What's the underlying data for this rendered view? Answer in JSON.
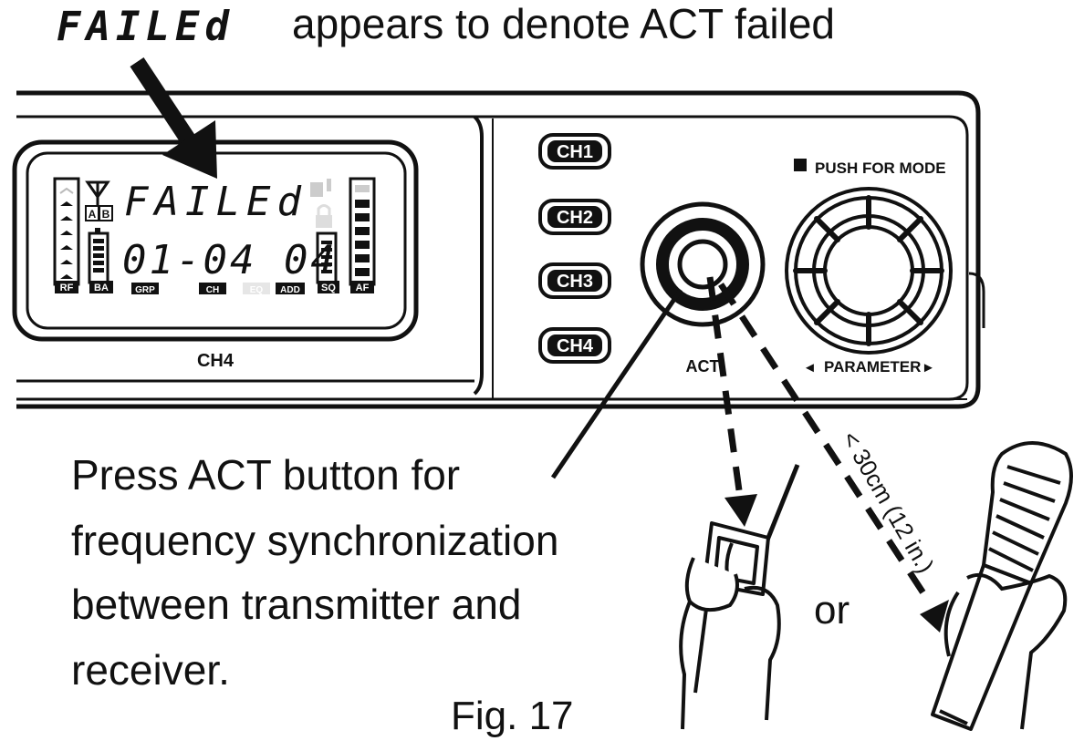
{
  "header": {
    "lcd_word": "FAILEd",
    "text": "appears to denote ACT failed"
  },
  "display": {
    "main_text": "FAILEd",
    "freq_text": "01-04 04",
    "ab_a": "A",
    "ab_b": "B",
    "labels": {
      "rf": "RF",
      "ba": "BA",
      "grp": "GRP",
      "ch": "CH",
      "eq": "EQ",
      "add": "ADD",
      "sq": "SQ",
      "af": "AF"
    },
    "channel_label": "CH4"
  },
  "controls": {
    "channel_buttons": [
      "CH1",
      "CH2",
      "CH3",
      "CH4"
    ],
    "act_label": "ACT",
    "mode_label": "PUSH FOR MODE",
    "parameter_label": "PARAMETER",
    "parameter_left": "◄",
    "parameter_right": "►"
  },
  "instruction": {
    "lines": [
      "Press ACT button for",
      "frequency synchronization",
      "between transmitter and",
      "receiver."
    ]
  },
  "distance_label": "< 30cm (12 in.)",
  "or_label": "or",
  "figure_label": "Fig. 17"
}
